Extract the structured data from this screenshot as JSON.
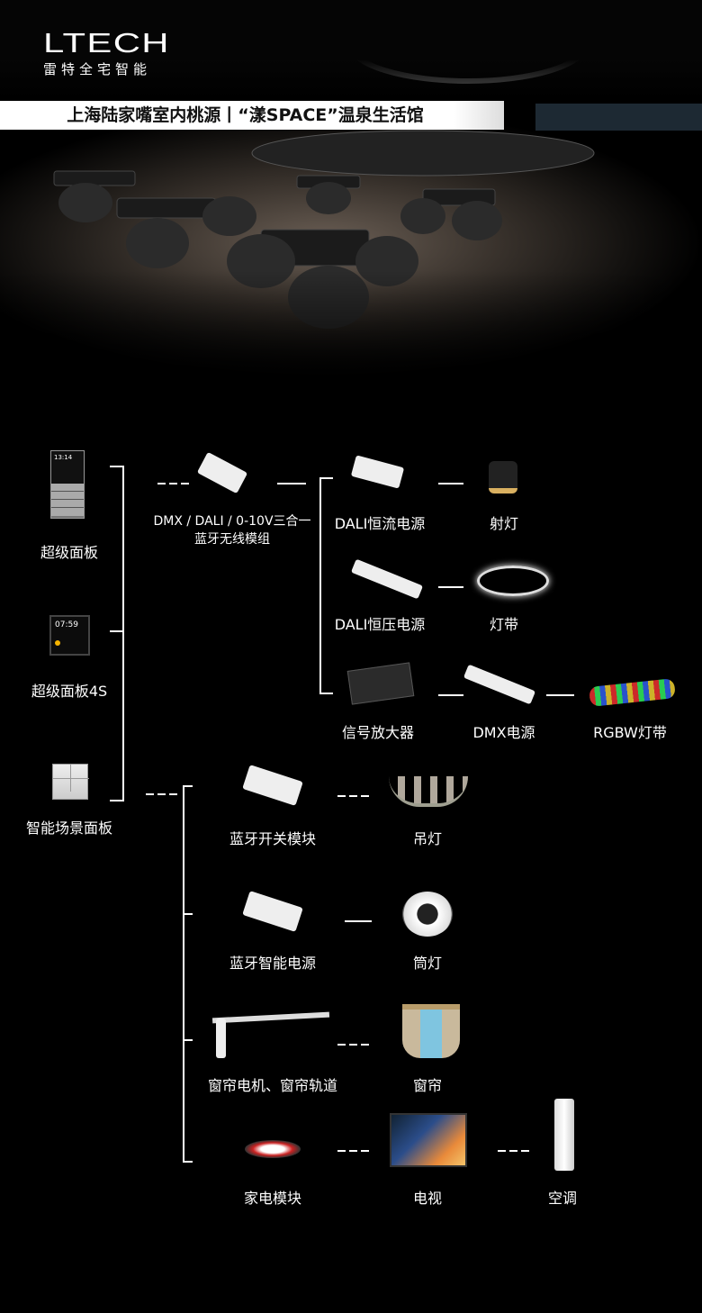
{
  "header": {
    "brand": "LTECH",
    "brand_subtitle": "雷特全宅智能",
    "project_title": "上海陆家嘴室内桃源丨“漾SPACE”温泉生活馆"
  },
  "panels": [
    {
      "label": "超级面板",
      "screen_time": "13:14"
    },
    {
      "label": "超级面板4S",
      "screen_time": "07:59"
    },
    {
      "label": "智能场景面板"
    }
  ],
  "module": {
    "line1": "DMX / DALI / 0-10V三合一",
    "line2": "蓝牙无线模组"
  },
  "dali_rows": [
    {
      "driver": "DALI恒流电源",
      "light": "射灯"
    },
    {
      "driver": "DALI恒压电源",
      "light": "灯带"
    },
    {
      "driver": "信号放大器",
      "middle": "DMX电源",
      "light": "RGBW灯带"
    }
  ],
  "ble_rows": [
    {
      "device": "蓝牙开关模块",
      "target": "吊灯"
    },
    {
      "device": "蓝牙智能电源",
      "target": "筒灯"
    },
    {
      "device": "窗帘电机、窗帘轨道",
      "target": "窗帘"
    },
    {
      "device": "家电模块",
      "target": "电视",
      "target2": "空调"
    }
  ]
}
